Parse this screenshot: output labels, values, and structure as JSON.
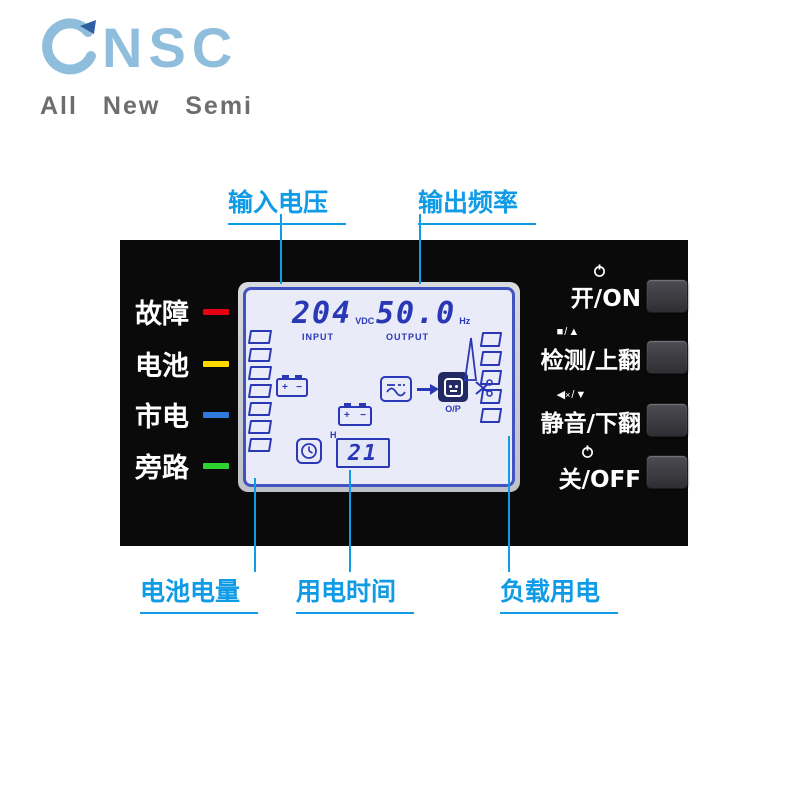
{
  "logo": {
    "brand": "NSC",
    "tagline": "All New Semi"
  },
  "callouts": {
    "input_voltage": "输入电压",
    "output_frequency": "输出频率",
    "battery_level": "电池电量",
    "usage_time": "用电时间",
    "load_usage": "负载用电"
  },
  "panel": {
    "status": [
      {
        "label": "故障",
        "color": "#e60012"
      },
      {
        "label": "电池",
        "color": "#ffd800"
      },
      {
        "label": "市电",
        "color": "#2f7bdd"
      },
      {
        "label": "旁路",
        "color": "#2fd32f"
      }
    ],
    "controls": [
      {
        "icon": "power-icon",
        "label": "开/ON"
      },
      {
        "icon": "stop-up-icon",
        "label": "检测/上翻"
      },
      {
        "icon": "mute-down-icon",
        "label": "静音/下翻"
      },
      {
        "icon": "power-icon",
        "label": "关/OFF"
      }
    ],
    "lcd": {
      "input": {
        "value": "204",
        "unit": "VDC",
        "label": "INPUT"
      },
      "output": {
        "value": "50.0",
        "unit": "Hz",
        "label": "OUTPUT"
      },
      "time": {
        "value": "21",
        "unit": "H"
      },
      "outlet": "O/P"
    }
  },
  "colors": {
    "accent": "#0f9be6",
    "lcd_ink": "#2a38b5"
  }
}
